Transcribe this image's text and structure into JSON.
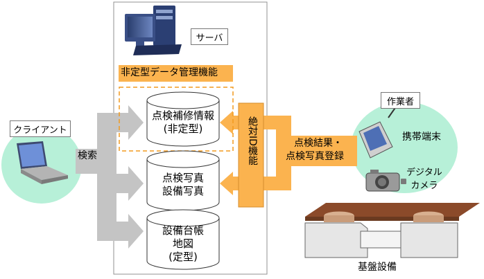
{
  "server": {
    "label": "サーバ",
    "unstructured_mgmt": "非定型データ管理機能"
  },
  "databases": [
    {
      "line1": "点検補修情報",
      "line2": "(非定型)"
    },
    {
      "line1": "点検写真",
      "line2": "設備写真"
    },
    {
      "line1": "設備台帳",
      "line2": "地図",
      "line3": "(定型)"
    }
  ],
  "absolute_id": "絶対ID機能",
  "client": {
    "label": "クライアント",
    "search": "検索"
  },
  "worker": {
    "label": "作業者",
    "mobile_terminal": "携帯端末",
    "camera_line1": "デジタル",
    "camera_line2": "カメラ"
  },
  "registration": {
    "line1": "点検結果・",
    "line2": "点検写真登録"
  },
  "infrastructure": "基盤設備",
  "colors": {
    "orange": "#fbb34f",
    "gray_arrow": "#c4c4c4",
    "ellipse": "#b7f0d8"
  }
}
